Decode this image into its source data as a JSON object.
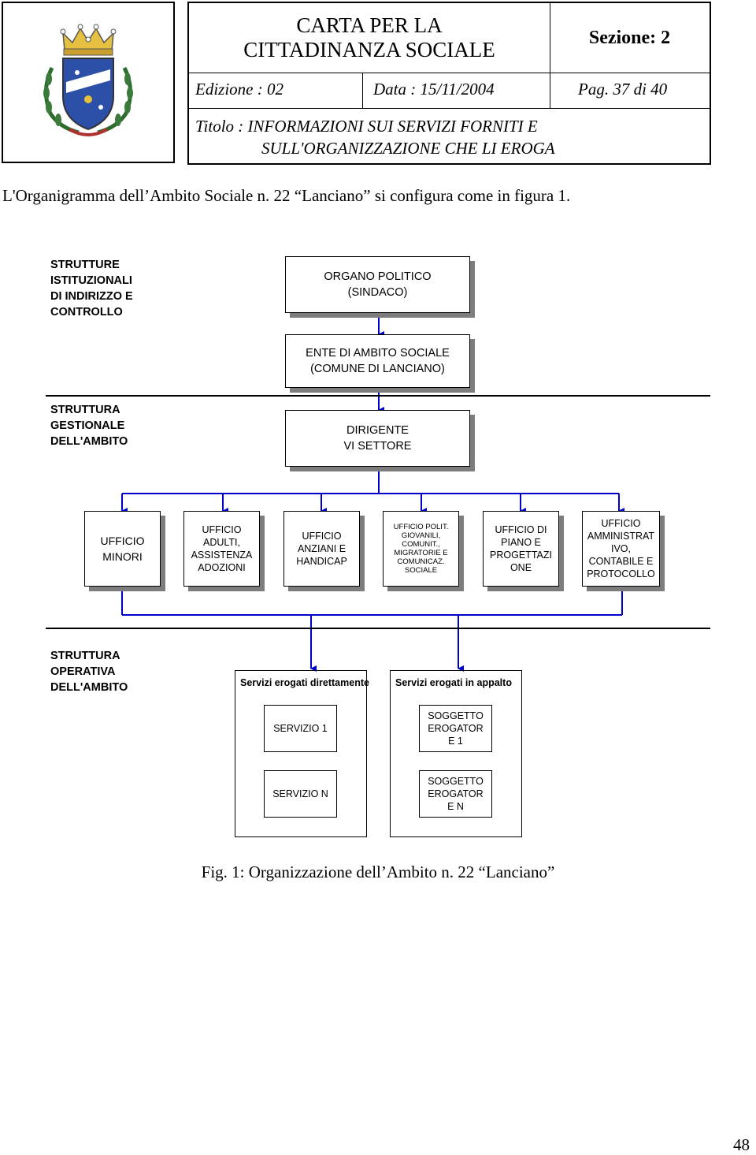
{
  "header": {
    "title_line1": "CARTA PER LA",
    "title_line2": "CITTADINANZA SOCIALE",
    "sezione": "Sezione: 2",
    "edizione": "Edizione : 02",
    "data": "Data : 15/11/2004",
    "pagina": "Pag. 37 di 40",
    "titolo_line1": "Titolo :  INFORMAZIONI SUI SERVIZI FORNITI E",
    "titolo_line2": "SULL'ORGANIZZAZIONE CHE LI EROGA"
  },
  "intro": "L'Organigramma dell’Ambito Sociale n. 22 “Lanciano” si configura come in figura 1.",
  "sections": {
    "istituzionali": "STRUTTURE\nISTITUZIONALI\nDI INDIRIZZO E\nCONTROLLO",
    "gestionale": "STRUTTURA\nGESTIONALE\nDELL'AMBITO",
    "operativa": "STRUTTURA\nOPERATIVA\nDELL'AMBITO"
  },
  "boxes": {
    "organo": "ORGANO POLITICO\n(SINDACO)",
    "ente": "ENTE DI AMBITO SOCIALE\n(COMUNE DI LANCIANO)",
    "dirigente": "DIRIGENTE\nVI SETTORE"
  },
  "uffici": [
    "UFFICIO\nMINORI",
    "UFFICIO\nADULTI,\nASSISTENZA\nADOZIONI",
    "UFFICIO\nANZIANI E\nHANDICAP",
    "UFFICIO POLIT.\nGIOVANILI,\nCOMUNIT.,\nMIGRATORIE E\nCOMUNICAZ.\nSOCIALE",
    "UFFICIO DI\nPIANO E\nPROGETTAZI\nONE",
    "UFFICIO\nAMMINISTRAT\nIVO,\nCONTABILE E\nPROTOCOLLO"
  ],
  "servizi": {
    "diretti_label": "Servizi erogati direttamente",
    "appalto_label": "Servizi erogati in appalto",
    "diretti": [
      "SERVIZIO 1",
      "SERVIZIO N"
    ],
    "appalto": [
      "SOGGETTO\nEROGATOR\nE 1",
      "SOGGETTO\nEROGATOR\nE  N"
    ]
  },
  "caption": "Fig. 1: Organizzazione dell’Ambito n. 22 “Lanciano”",
  "page_number": "48",
  "colors": {
    "connector": "#0000cc",
    "shadow": "#7d7d7d"
  }
}
